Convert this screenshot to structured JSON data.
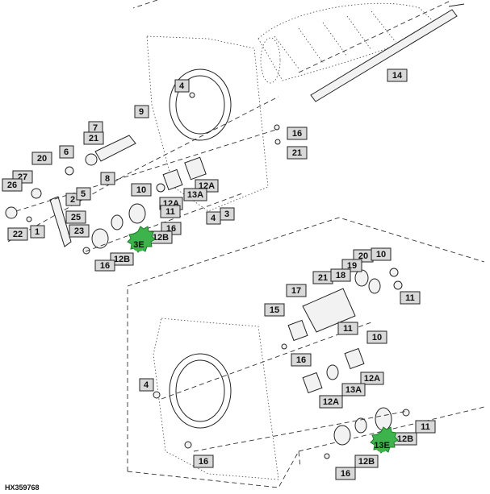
{
  "figure_id": "HX359768",
  "upper_callouts": [
    "14",
    "4",
    "9",
    "16",
    "21",
    "7",
    "21",
    "6",
    "8",
    "20",
    "27",
    "26",
    "2",
    "5",
    "10",
    "12A",
    "13A",
    "12A",
    "25",
    "4",
    "3",
    "11",
    "22",
    "1",
    "23",
    "16",
    "12B",
    "12B",
    "16"
  ],
  "upper_gear_label": "3E",
  "lower_callouts": [
    "20",
    "10",
    "19",
    "21",
    "18",
    "17",
    "11",
    "15",
    "11",
    "16",
    "10",
    "4",
    "12A",
    "13A",
    "12A",
    "11",
    "12B",
    "12B",
    "16",
    "16"
  ],
  "lower_gear_label": "13E"
}
